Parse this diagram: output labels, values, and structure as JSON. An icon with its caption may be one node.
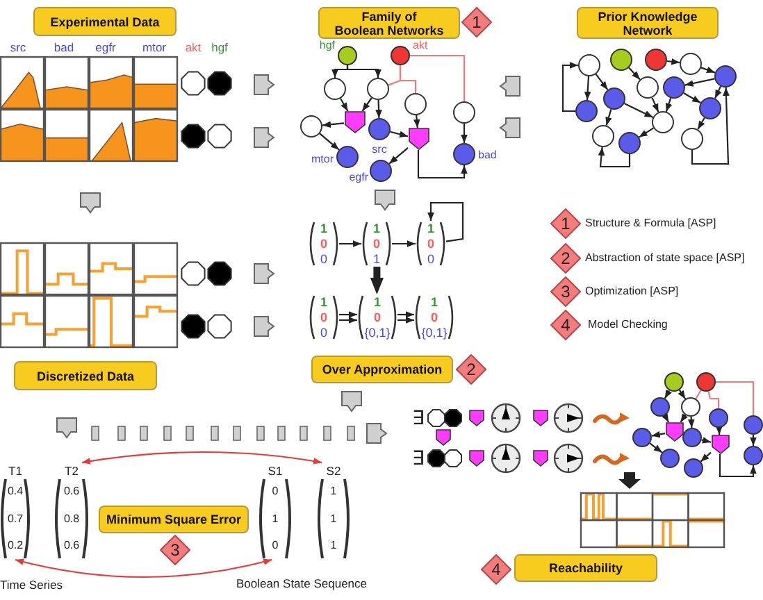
{
  "diagram": {
    "nodes": [
      {
        "text": [
          "Experimental Data"
        ]
      },
      {
        "text": [
          "Family of Boolean Networks"
        ]
      },
      {
        "text": [
          "1"
        ]
      },
      {
        "text": [
          "Prior Knowledge Network"
        ]
      },
      {
        "text": [],
        "shape": "circle",
        "beside": [
          "hgf"
        ]
      },
      {
        "text": [],
        "shape": "circle",
        "beside": [
          "akt"
        ]
      },
      {
        "text": [],
        "shape": "circle"
      },
      {
        "text": [],
        "shape": "circle"
      },
      {
        "text": [],
        "shape": "circle"
      },
      {
        "text": [],
        "shape": "circle"
      },
      {
        "text": [],
        "shape": "pentagon"
      },
      {
        "text": [],
        "shape": "circle"
      },
      {
        "text": [],
        "shape": "circle",
        "beside": [
          "src"
        ]
      },
      {
        "text": [],
        "shape": "pentagon"
      },
      {
        "text": [],
        "shape": "circle",
        "beside": [
          "mtor"
        ]
      },
      {
        "text": [],
        "shape": "circle",
        "beside": [
          "egfr"
        ]
      },
      {
        "text": [],
        "shape": "circle",
        "beside": [
          "bad"
        ]
      },
      {
        "text": [],
        "shape": "circle"
      },
      {
        "text": [],
        "shape": "circle"
      },
      {
        "text": [],
        "shape": "circle"
      },
      {
        "text": [],
        "shape": "circle"
      },
      {
        "text": [],
        "shape": "circle"
      },
      {
        "text": [],
        "shape": "circle"
      },
      {
        "text": [],
        "shape": "circle"
      },
      {
        "text": [],
        "shape": "circle"
      },
      {
        "text": [],
        "shape": "circle"
      },
      {
        "text": [],
        "shape": "circle"
      },
      {
        "text": [],
        "shape": "circle"
      },
      {
        "text": [],
        "shape": "circle"
      },
      {
        "text": [],
        "shape": "circle"
      },
      {
        "text": [],
        "shape": "circle"
      },
      {
        "text": [
          "1",
          "0",
          "0"
        ]
      },
      {
        "text": [
          "1",
          "0",
          "1"
        ]
      },
      {
        "text": [
          "1",
          "0",
          "0"
        ]
      },
      {
        "text": [
          "1",
          "0",
          "0"
        ]
      },
      {
        "text": [
          "1",
          "0",
          "{0,1}"
        ]
      },
      {
        "text": [
          "1",
          "0",
          "{0,1}"
        ]
      },
      {
        "text": [
          "1"
        ],
        "beside": [
          "Structure & Formula [ASP]"
        ]
      },
      {
        "text": [
          "2"
        ],
        "beside": [
          "Abstraction of state space [ASP]"
        ]
      },
      {
        "text": [
          "3"
        ],
        "beside": [
          "Optimization [ASP]"
        ]
      },
      {
        "text": [
          "4"
        ],
        "beside": [
          "Model Checking"
        ]
      },
      {
        "text": [
          "Discretized Data"
        ]
      },
      {
        "text": [
          "Over Approximation"
        ]
      },
      {
        "text": [
          "2"
        ]
      },
      {
        "text": [
          "T1",
          "0.4",
          "0.7",
          "0.2"
        ]
      },
      {
        "text": [
          "T2",
          "0.6",
          "0.8",
          "0.6"
        ]
      },
      {
        "text": [
          "Minimum Square Error"
        ]
      },
      {
        "text": [
          "3"
        ]
      },
      {
        "text": [
          "S1",
          "0",
          "1",
          "0"
        ]
      },
      {
        "text": [
          "S2",
          "1",
          "1",
          "1"
        ]
      },
      {
        "text": [
          "4"
        ]
      },
      {
        "text": [
          "Reachability"
        ]
      },
      {
        "text": [],
        "shape": "circle"
      },
      {
        "text": [],
        "shape": "circle"
      },
      {
        "text": [],
        "shape": "circle"
      },
      {
        "text": [],
        "shape": "circle"
      },
      {
        "text": [],
        "shape": "circle"
      },
      {
        "text": [],
        "shape": "pentagon"
      },
      {
        "text": [],
        "shape": "circle"
      },
      {
        "text": [],
        "shape": "circle"
      },
      {
        "text": [],
        "shape": "pentagon"
      },
      {
        "text": [],
        "shape": "circle"
      },
      {
        "text": [],
        "shape": "circle"
      },
      {
        "text": [],
        "shape": "circle"
      },
      {
        "text": [],
        "shape": "circle"
      }
    ],
    "edges": [
      {
        "from": 4,
        "to": 6,
        "arrow": "to"
      },
      {
        "from": 4,
        "to": 7,
        "arrow": "to"
      },
      {
        "from": 5,
        "to": 7,
        "arrow": "none",
        "color": "#f07a7a"
      },
      {
        "from": 5,
        "to": 8,
        "arrow": "none",
        "color": "#f07a7a"
      },
      {
        "from": 5,
        "to": 9,
        "arrow": "none",
        "color": "#f07a7a"
      },
      {
        "from": 6,
        "to": 10,
        "arrow": "to"
      },
      {
        "from": 7,
        "to": 10,
        "arrow": "to"
      },
      {
        "from": 7,
        "to": 12,
        "arrow": "to"
      },
      {
        "from": 10,
        "to": 11,
        "arrow": "to"
      },
      {
        "from": 11,
        "to": 14,
        "arrow": "to"
      },
      {
        "from": 12,
        "to": 13,
        "arrow": "to"
      },
      {
        "from": 8,
        "to": 13,
        "arrow": "to"
      },
      {
        "from": 13,
        "to": 15,
        "arrow": "to"
      },
      {
        "from": 13,
        "to": 16,
        "arrow": "to"
      },
      {
        "from": 9,
        "to": 16,
        "arrow": "to"
      },
      {
        "from": 22,
        "to": 17,
        "arrow": "to"
      },
      {
        "from": 17,
        "to": 22,
        "arrow": "to"
      },
      {
        "from": 17,
        "to": 23,
        "arrow": "to"
      },
      {
        "from": 18,
        "to": 24,
        "arrow": "to"
      },
      {
        "from": 19,
        "to": 20,
        "arrow": "to"
      },
      {
        "from": 20,
        "to": 21,
        "arrow": "to"
      },
      {
        "from": 21,
        "to": 25,
        "arrow": "to"
      },
      {
        "from": 25,
        "to": 26,
        "arrow": "to"
      },
      {
        "from": 21,
        "to": 26,
        "arrow": "to"
      },
      {
        "from": 30,
        "to": 21,
        "arrow": "to"
      },
      {
        "from": 26,
        "to": 30,
        "arrow": "to"
      },
      {
        "from": 23,
        "to": 27,
        "arrow": "to"
      },
      {
        "from": 24,
        "to": 27,
        "arrow": "to"
      },
      {
        "from": 25,
        "to": 27,
        "arrow": "to"
      },
      {
        "from": 27,
        "to": 29,
        "arrow": "to"
      },
      {
        "from": 23,
        "to": 28,
        "arrow": "to"
      },
      {
        "from": 29,
        "to": 28,
        "arrow": "to"
      },
      {
        "from": 31,
        "to": 32,
        "arrow": "to"
      },
      {
        "from": 32,
        "to": 33,
        "arrow": "to"
      },
      {
        "from": 33,
        "to": 33,
        "arrow": "to"
      },
      {
        "from": 32,
        "to": 35,
        "arrow": "to",
        "style": "thick"
      },
      {
        "from": 34,
        "to": 35,
        "arrow": "to"
      },
      {
        "from": 34,
        "to": 35,
        "arrow": "to"
      },
      {
        "from": 35,
        "to": 36,
        "arrow": "to"
      },
      {
        "from": 35,
        "to": 36,
        "arrow": "to"
      },
      {
        "from": 45,
        "to": 49,
        "arrow": "both",
        "color": "#e8393a"
      },
      {
        "from": 44,
        "to": 48,
        "arrow": "both",
        "color": "#e8393a"
      },
      {
        "from": 52,
        "to": 54,
        "arrow": "to"
      },
      {
        "from": 52,
        "to": 55,
        "arrow": "to"
      },
      {
        "from": 53,
        "to": 55,
        "arrow": "none",
        "color": "#f07a7a"
      },
      {
        "from": 53,
        "to": 56,
        "arrow": "none",
        "color": "#f07a7a"
      },
      {
        "from": 53,
        "to": 63,
        "arrow": "none",
        "color": "#f07a7a"
      },
      {
        "from": 54,
        "to": 57,
        "arrow": "to"
      },
      {
        "from": 55,
        "to": 57,
        "arrow": "to"
      },
      {
        "from": 55,
        "to": 59,
        "arrow": "to"
      },
      {
        "from": 57,
        "to": 58,
        "arrow": "to"
      },
      {
        "from": 58,
        "to": 61,
        "arrow": "to"
      },
      {
        "from": 59,
        "to": 60,
        "arrow": "to"
      },
      {
        "from": 56,
        "to": 60,
        "arrow": "to"
      },
      {
        "from": 60,
        "to": 62,
        "arrow": "to"
      },
      {
        "from": 60,
        "to": 64,
        "arrow": "to"
      },
      {
        "from": 63,
        "to": 64,
        "arrow": "to"
      }
    ],
    "labels": [
      "src",
      "bad",
      "egfr",
      "mtor",
      "akt",
      "hgf",
      "∃",
      "∃",
      "Time Series",
      "Boolean State Sequence"
    ]
  }
}
